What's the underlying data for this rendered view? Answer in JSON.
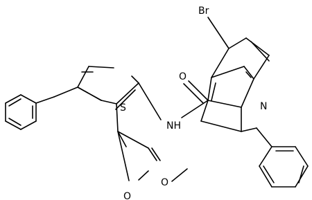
{
  "atoms": {
    "br": "Br",
    "s": "S",
    "nh": "NH",
    "o_amide": "O",
    "n_ring": "N",
    "o_ester_carbonyl": "O",
    "o_ester": "O"
  }
}
